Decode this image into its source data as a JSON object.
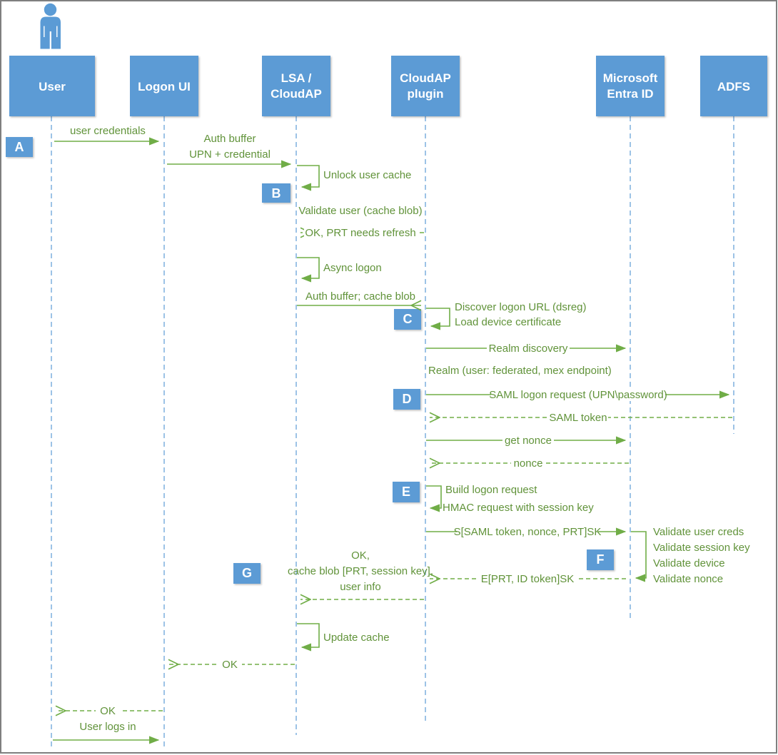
{
  "actors": [
    {
      "id": "user",
      "lines": [
        "User"
      ]
    },
    {
      "id": "logon-ui",
      "lines": [
        "Logon UI"
      ]
    },
    {
      "id": "lsa-cloudap",
      "lines": [
        "LSA /",
        "CloudAP"
      ]
    },
    {
      "id": "cloudap-plugin",
      "lines": [
        "CloudAP",
        "plugin"
      ]
    },
    {
      "id": "microsoft-entra-id",
      "lines": [
        "Microsoft",
        "Entra ID"
      ]
    },
    {
      "id": "adfs",
      "lines": [
        "ADFS"
      ]
    }
  ],
  "steps": {
    "a": "A",
    "b": "B",
    "c": "C",
    "d": "D",
    "e": "E",
    "f": "F",
    "g": "G"
  },
  "messages": {
    "m1": "user credentials",
    "m2a": "Auth buffer",
    "m2b": "UPN + credential",
    "m3": "Unlock user cache",
    "m4": "Validate user (cache blob)",
    "m5": "OK, PRT needs refresh",
    "m6": "Async logon",
    "m7": "Auth buffer; cache blob",
    "m8a": "Discover logon URL (dsreg)",
    "m8b": "Load device certificate",
    "m9": "Realm discovery",
    "m10": "Realm (user: federated, mex endpoint)",
    "m11": "SAML logon request (UPN\\password)",
    "m12": "SAML token",
    "m13": "get nonce",
    "m14": "nonce",
    "m15a": "Build logon request",
    "m15b": "HMAC request with session key",
    "m16": "S[SAML token, nonce, PRT]SK",
    "m17a": "Validate user creds",
    "m17b": "Validate session key",
    "m17c": "Validate device",
    "m17d": "Validate nonce",
    "m18": "E[PRT, ID token]SK",
    "m19a": "OK,",
    "m19b": "cache blob [PRT, session key],",
    "m19c": "user info",
    "m20": "Update cache",
    "m21": "OK",
    "m22": "OK",
    "m23": "User logs in"
  },
  "colors": {
    "actor_blue": "#5B9BD5",
    "arrow_green": "#70AD47",
    "label_green": "#61933A",
    "lifeline_blue": "#9DC3E6",
    "border_gray": "#7f7f7f"
  }
}
